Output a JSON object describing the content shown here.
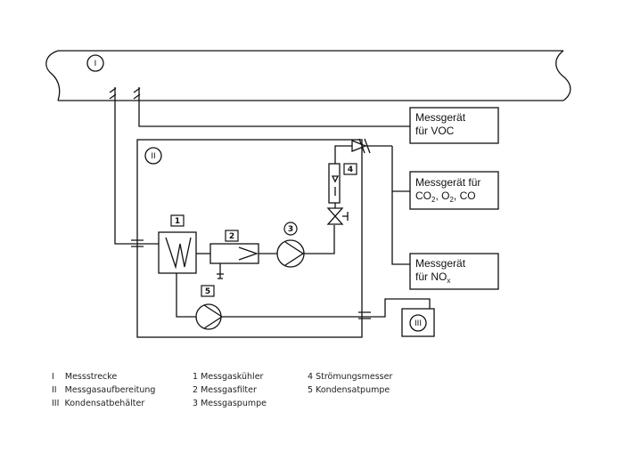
{
  "markers": {
    "I": "I",
    "II": "II",
    "III": "III",
    "n1": "1",
    "n2": "2",
    "n3": "3",
    "n4": "4",
    "n5": "5"
  },
  "devices": {
    "voc_line1": "Messgerät",
    "voc_line2": "für VOC",
    "gas_line1": "Messgerät für",
    "gas_co2": "CO",
    "gas_co2_sub": "2",
    "gas_sep1": ", O",
    "gas_o2_sub": "2",
    "gas_sep2": ", CO",
    "nox_line1": "Messgerät",
    "nox_prefix": "für NO",
    "nox_sub": "x"
  },
  "legend": {
    "col1": [
      "I    Messstrecke",
      "II   Messgasaufbereitung",
      "III  Kondensatbehälter"
    ],
    "col2": [
      "1 Messgaskühler",
      "2 Messgasfilter",
      "3 Messgaspumpe"
    ],
    "col3": [
      "4 Strömungsmesser",
      "5 Kondensatpumpe"
    ]
  }
}
